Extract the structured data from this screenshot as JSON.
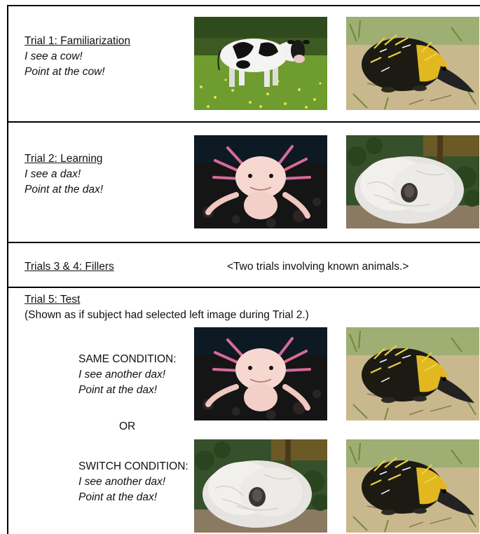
{
  "trial1": {
    "title": "Trial 1: Familiarization",
    "line1": "I see a cow!",
    "line2": "Point at the cow!"
  },
  "trial2": {
    "title": "Trial 2: Learning",
    "line1": "I see a dax!",
    "line2": "Point at the dax!"
  },
  "trials34": {
    "title": "Trials 3 & 4: Fillers",
    "note": "<Two trials involving known animals.>"
  },
  "trial5": {
    "title": "Trial 5: Test",
    "subtitle": "(Shown as if subject had selected left image during Trial 2.)",
    "same": {
      "heading": "SAME CONDITION:",
      "line1": "I see another dax!",
      "line2": "Point at the dax!"
    },
    "or": "OR",
    "switch": {
      "heading": "SWITCH CONDITION:",
      "line1": "I see another dax!",
      "line2": "Point at the dax!"
    }
  },
  "images": {
    "trial1_left": "cow-photo",
    "trial1_right": "striped-tenrec-photo",
    "trial2_left": "axolotl-photo",
    "trial2_right": "angora-rabbit-photo",
    "same_left": "axolotl-photo",
    "same_right": "striped-tenrec-photo",
    "switch_left": "angora-rabbit-photo",
    "switch_right": "striped-tenrec-photo"
  }
}
